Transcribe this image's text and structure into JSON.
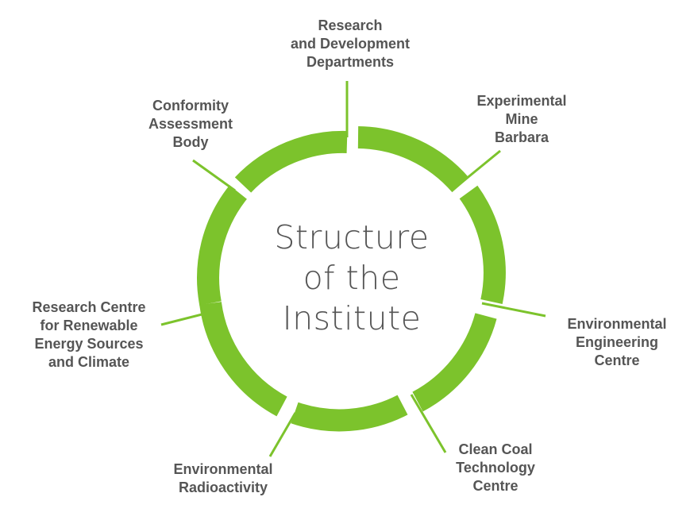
{
  "accent_color": "#7cc32c",
  "text_color": "#555555",
  "center": {
    "lines": [
      "Structure",
      "of the",
      "Institute"
    ]
  },
  "units": [
    {
      "lines": [
        "Research",
        "and Development",
        "Departments"
      ]
    },
    {
      "lines": [
        "Experimental",
        "Mine",
        "Barbara"
      ]
    },
    {
      "lines": [
        "Environmental",
        "Engineering",
        "Centre"
      ]
    },
    {
      "lines": [
        "Clean Coal",
        "Technology",
        "Centre"
      ]
    },
    {
      "lines": [
        "Environmental",
        "Radioactivity"
      ]
    },
    {
      "lines": [
        "Research Centre",
        "for Renewable",
        "Energy Sources",
        "and Climate"
      ]
    },
    {
      "lines": [
        "Conformity",
        "Assessment",
        "Body"
      ]
    }
  ]
}
